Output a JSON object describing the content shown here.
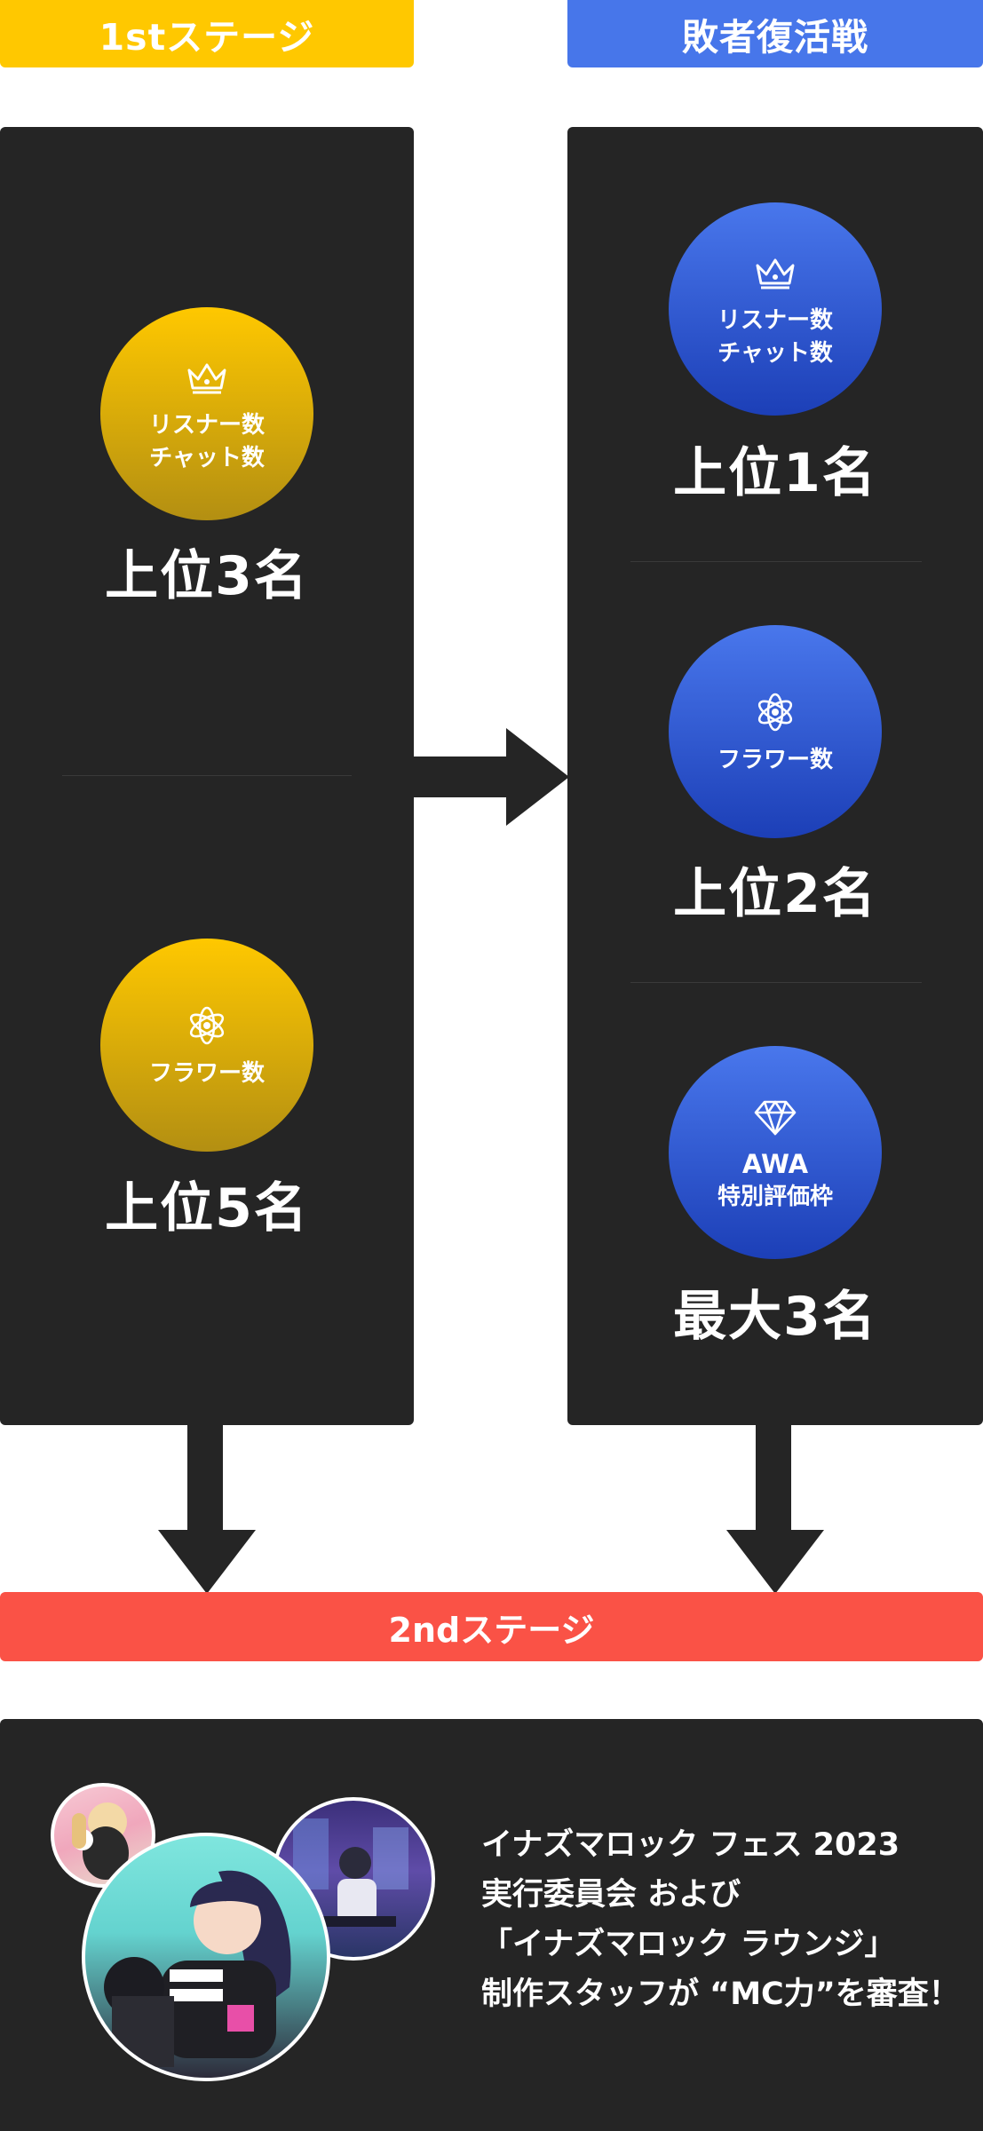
{
  "headers": {
    "stage1": "1stステージ",
    "revival": "敗者復活戦"
  },
  "stage1": {
    "blocks": [
      {
        "icon": "crown-icon",
        "label_lines": [
          "リスナー数",
          "チャット数"
        ],
        "rank": "上位3名"
      },
      {
        "icon": "flower-icon",
        "label_lines": [
          "フラワー数"
        ],
        "rank": "上位5名"
      }
    ]
  },
  "revival": {
    "blocks": [
      {
        "icon": "crown-icon",
        "label_lines": [
          "リスナー数",
          "チャット数"
        ],
        "rank": "上位1名"
      },
      {
        "icon": "flower-icon",
        "label_lines": [
          "フラワー数"
        ],
        "rank": "上位2名"
      },
      {
        "icon": "diamond-icon",
        "label_lines": [
          "AWA",
          "特別評価枠"
        ],
        "rank": "最大3名"
      }
    ]
  },
  "stage2": {
    "label": "2ndステージ"
  },
  "judges": {
    "lines": [
      "イナズマロック フェス 2023",
      "実行委員会 および",
      "「イナズマロック ラウンジ」",
      "制作スタッフが “MC力”を審査！"
    ]
  },
  "colors": {
    "yellow": "#ffc800",
    "blue": "#4776ea",
    "red": "#fa5246",
    "panel": "#252525"
  }
}
